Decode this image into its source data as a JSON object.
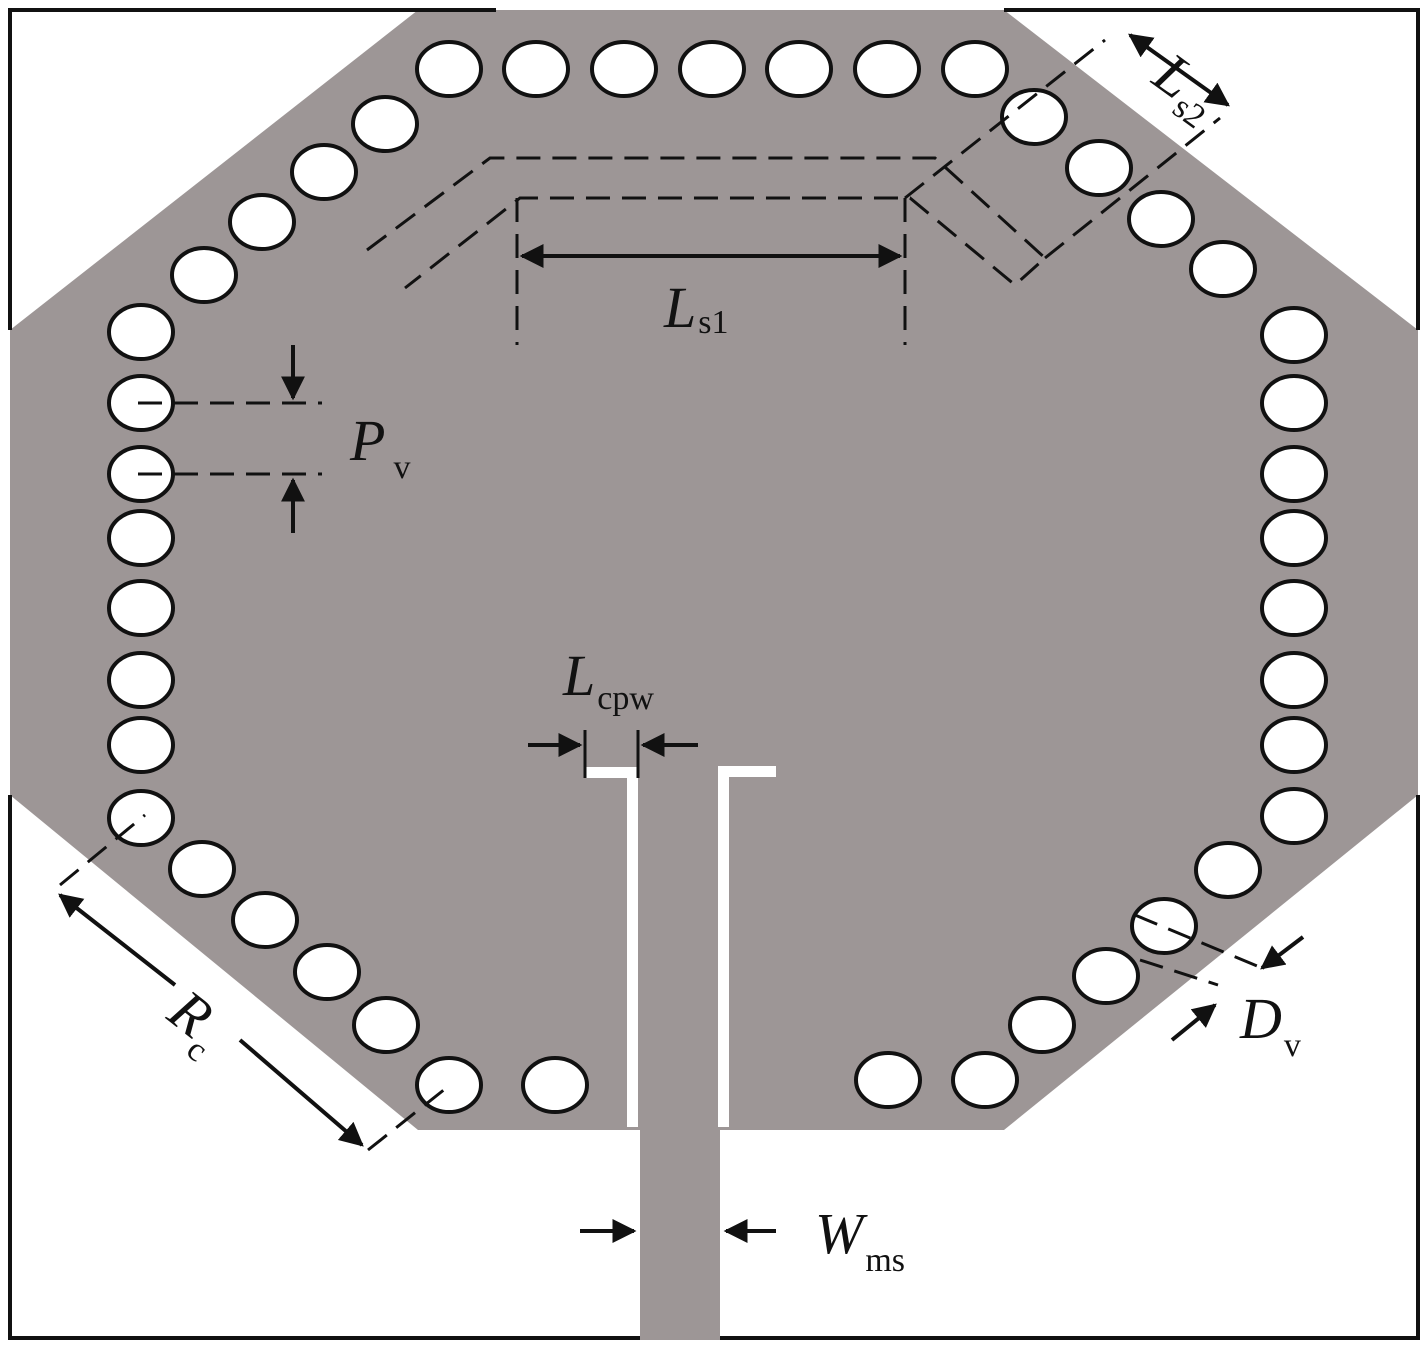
{
  "colors": {
    "substrate": "#9d9696",
    "background": "#ffffff",
    "line": "#111111",
    "via_fill": "#ffffff"
  },
  "labels": {
    "ls1": {
      "main": "L",
      "sub": "s1"
    },
    "ls2": {
      "main": "L",
      "sub": "s2"
    },
    "pv": {
      "main": "P",
      "sub": "v"
    },
    "lcpw": {
      "main": "L",
      "sub": "cpw"
    },
    "rc": {
      "main": "R",
      "sub": "c"
    },
    "dv": {
      "main": "D",
      "sub": "v"
    },
    "wms": {
      "main": "W",
      "sub": "ms"
    }
  }
}
